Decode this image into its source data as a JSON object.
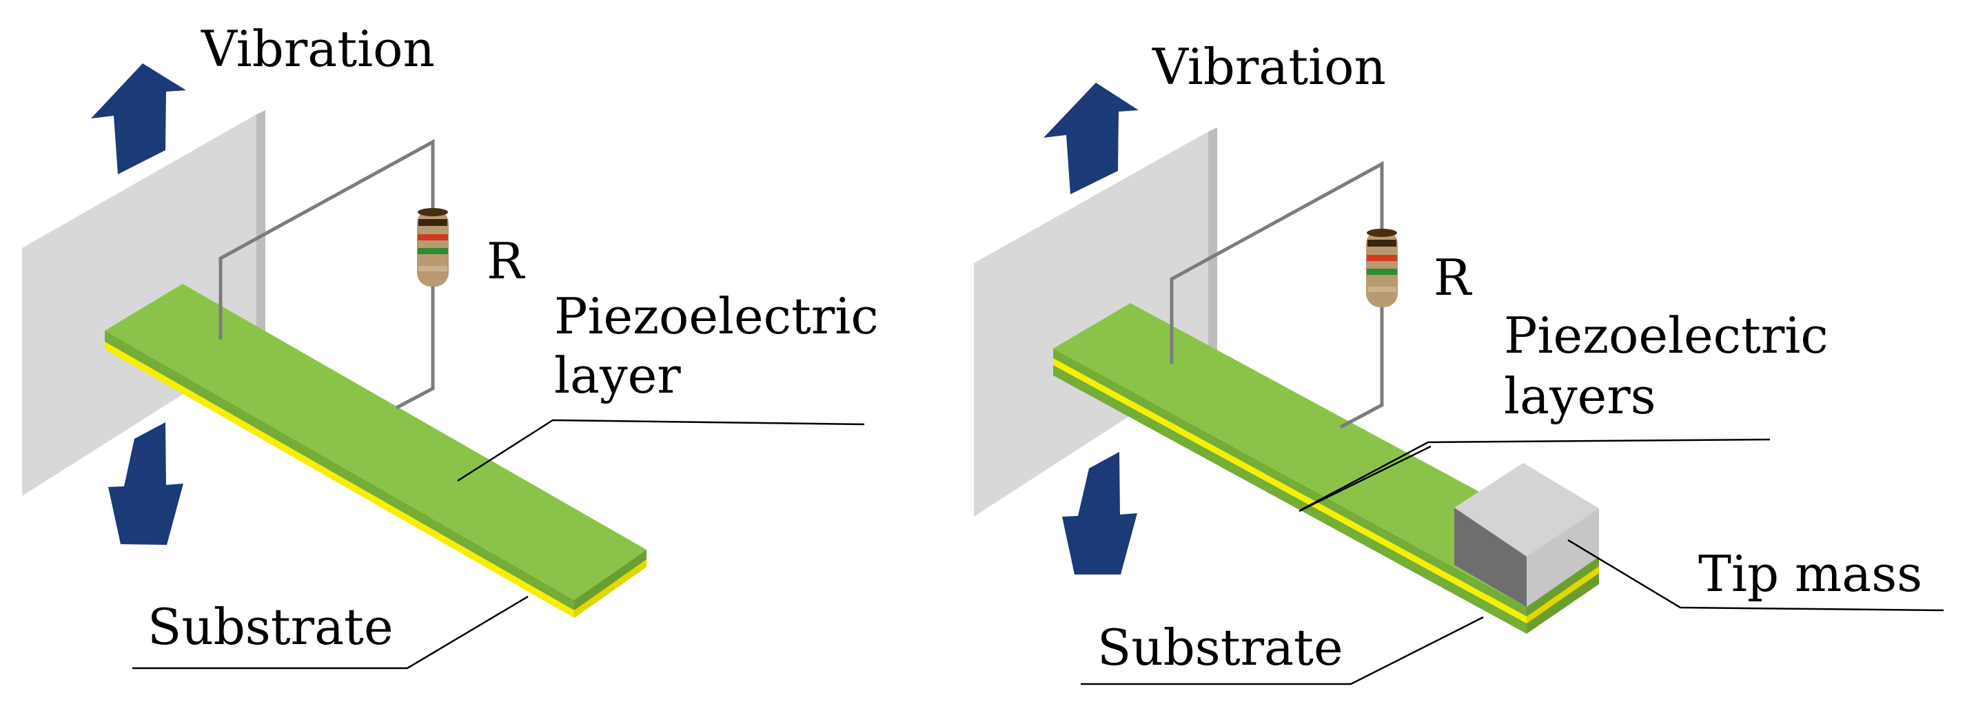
{
  "colors": {
    "background": "#ffffff",
    "arrow": "#1b3a78",
    "wall_front": "#d8d8d8",
    "wall_side": "#bdbdbd",
    "beam_top": "#8bc34a",
    "beam_front": "#74ad38",
    "beam_side": "#6a9f30",
    "substrate": "#f6f000",
    "tip_mass_dark": "#6e6e6e",
    "tip_mass_top": "#d4d4d4",
    "tip_mass_front": "#c6c6c6",
    "wire": "#7c7c7c",
    "resistor_body": "#b89a72",
    "leader_line": "#000000"
  },
  "panels": [
    {
      "vibration_label": "Vibration",
      "resistor_label": "R",
      "piezo_label_line1": "Piezoelectric",
      "piezo_label_line2": "layer",
      "substrate_label": "Substrate",
      "icons": [
        "arrow-up-icon",
        "arrow-down-icon",
        "resistor-icon"
      ]
    },
    {
      "vibration_label": "Vibration",
      "resistor_label": "R",
      "piezo_label_line1": "Piezoelectric",
      "piezo_label_line2": "layers",
      "substrate_label": "Substrate",
      "tip_mass_label": "Tip mass",
      "icons": [
        "arrow-up-icon",
        "arrow-down-icon",
        "resistor-icon"
      ]
    }
  ]
}
